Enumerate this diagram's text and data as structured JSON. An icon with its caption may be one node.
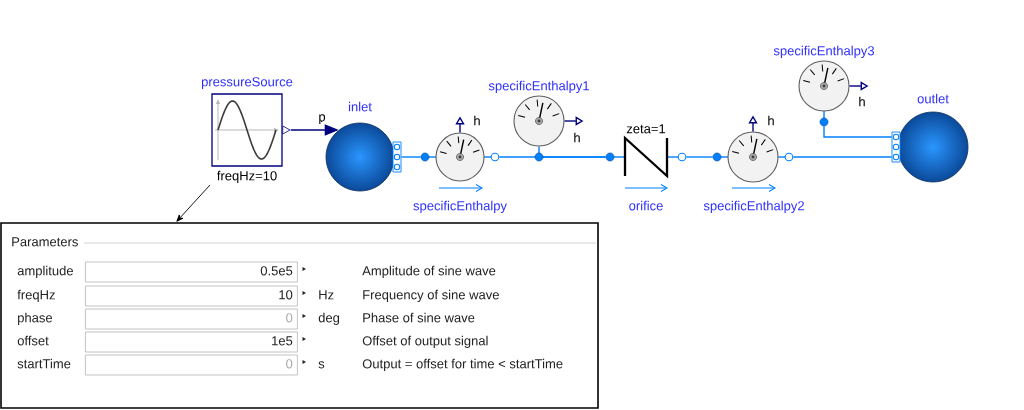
{
  "diagram": {
    "nodes": [
      {
        "text": [
          "pressureSource"
        ],
        "beside": [
          "freqHz=10"
        ]
      },
      {
        "text": [
          "inlet"
        ]
      },
      {
        "text": [
          "specificEnthalpy"
        ]
      },
      {
        "text": [
          "specificEnthalpy1"
        ]
      },
      {
        "text": [
          "zeta=1",
          "orifice"
        ]
      },
      {
        "text": [
          "specificEnthalpy2"
        ]
      },
      {
        "text": [
          "specificEnthalpy3"
        ]
      },
      {
        "text": [
          "outlet"
        ]
      },
      {
        "text": [
          "Parameters"
        ]
      }
    ],
    "edges": [
      {
        "from": 0,
        "to": 1,
        "arrow": "to",
        "label": "p",
        "color": "#00007f"
      },
      {
        "from": 1,
        "to": 2,
        "arrow": "none"
      },
      {
        "from": 2,
        "to": 4,
        "arrow": "none"
      },
      {
        "from": 3,
        "to": 4,
        "arrow": "none"
      },
      {
        "from": 4,
        "to": 5,
        "arrow": "none"
      },
      {
        "from": 5,
        "to": 7,
        "arrow": "none"
      },
      {
        "from": 6,
        "to": 7,
        "arrow": "none"
      },
      {
        "from": 2,
        "to": null,
        "arrow": "to",
        "label": "h",
        "color": "#00007f"
      },
      {
        "from": 3,
        "to": null,
        "arrow": "to",
        "label": "h",
        "color": "#00007f"
      },
      {
        "from": 5,
        "to": null,
        "arrow": "to",
        "label": "h",
        "color": "#00007f"
      },
      {
        "from": 6,
        "to": null,
        "arrow": "to",
        "label": "h",
        "color": "#00007f"
      },
      {
        "from": 0,
        "to": 8,
        "arrow": "to",
        "color": "#000000"
      }
    ],
    "labels": [
      "amplitude",
      "0.5e5",
      "Amplitude of sine wave",
      "freqHz",
      "10",
      "Hz",
      "Frequency of sine wave",
      "phase",
      "0",
      "deg",
      "Phase of sine wave",
      "offset",
      "1e5",
      "Offset of output signal",
      "startTime",
      "0",
      "s",
      "Output = offset for time < startTime"
    ]
  }
}
